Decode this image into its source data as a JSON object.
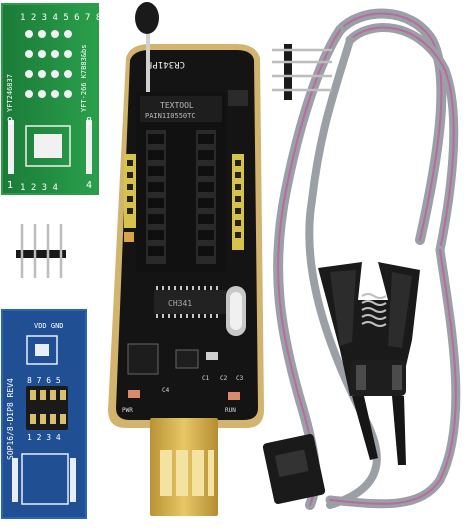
{
  "colors": {
    "background": "#ffffff",
    "green_pcb": "#1f8a3f",
    "blue_pcb": "#214f93",
    "black_pcb": "#141414",
    "gold": "#d2b46e",
    "usb_gold": "#d8b24a",
    "yellow_header": "#d8c34a",
    "pink_wire": "#b86b9f",
    "gray_cable": "#9aa0a6"
  },
  "green_board": {
    "top_right_label": "1 2 3 4 5 6 7 8",
    "left_vertical_label": "YFT246837",
    "right_vertical_label": "YFT-266 K7B83&bs",
    "lower_numbers": "1 2 3 4",
    "side_numbers": [
      "9",
      "8",
      "1",
      "4"
    ]
  },
  "blue_board": {
    "vertical_label": "SOP16/8-DIP8 REV4",
    "top_right": "VDD GND",
    "numbers_top": "8 7 6 5",
    "numbers_bottom": "1 2 3 4"
  },
  "black_board": {
    "top_label": "CR341PF",
    "socket_brand": "TEXTOOL",
    "socket_model": "PAIN1I0550TC",
    "left_chip": "CH341",
    "small_labels": [
      "PWR",
      "RUN",
      "C1",
      "C2",
      "C3",
      "C4"
    ]
  }
}
